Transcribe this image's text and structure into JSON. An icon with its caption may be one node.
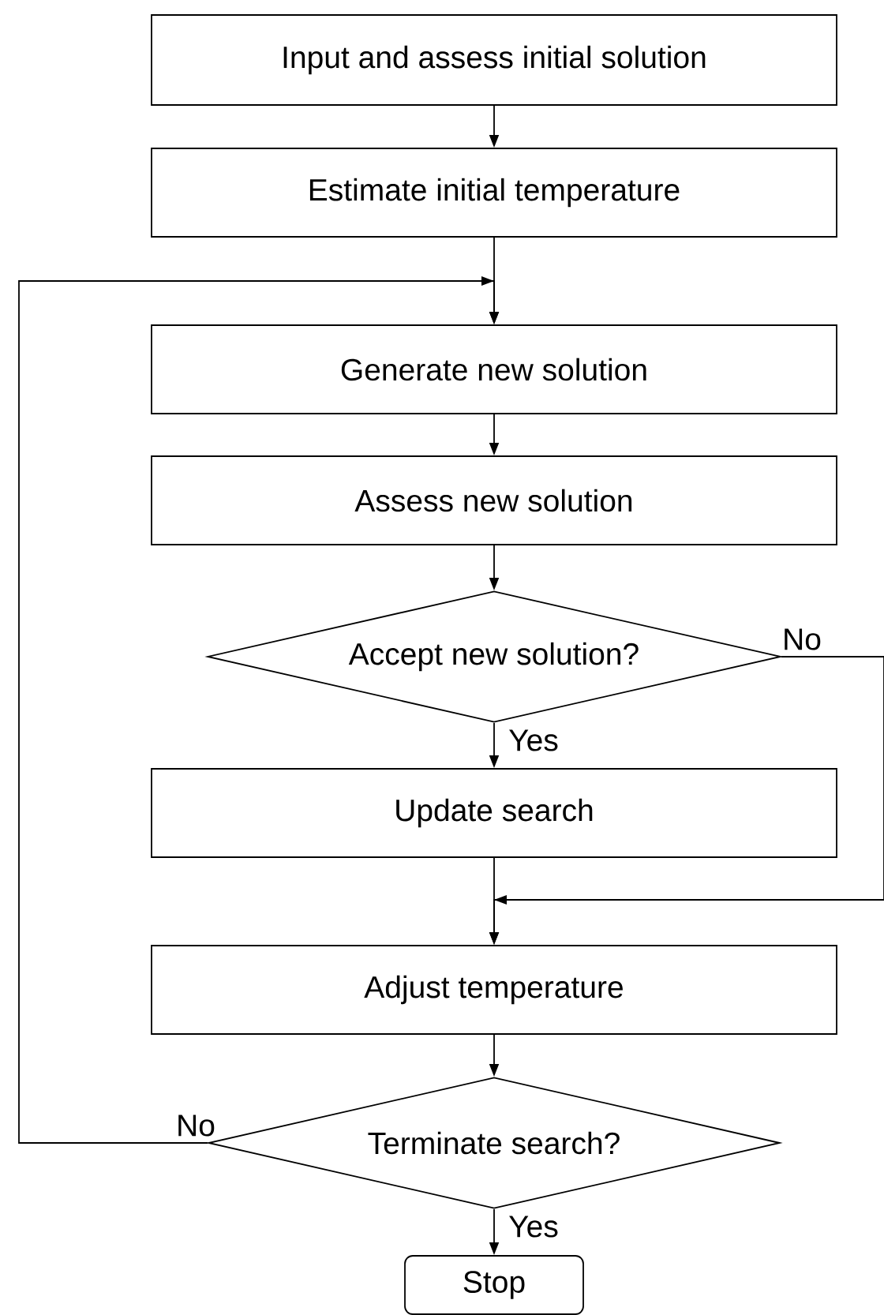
{
  "diagram": {
    "nodes": [
      {
        "text": [
          "Input and assess initial solution"
        ]
      },
      {
        "text": [
          "Estimate initial temperature"
        ]
      },
      {
        "text": [
          "Generate new solution"
        ]
      },
      {
        "text": [
          "Assess new solution"
        ]
      },
      {
        "text": [
          "Accept new solution?"
        ]
      },
      {
        "text": [
          "Update search"
        ]
      },
      {
        "text": [
          "Adjust temperature"
        ]
      },
      {
        "text": [
          "Terminate search?"
        ]
      },
      {
        "text": [
          "Stop"
        ]
      }
    ],
    "edges": [
      {
        "from": 0,
        "to": 1,
        "arrow": "to"
      },
      {
        "from": 1,
        "to": 2,
        "arrow": "to"
      },
      {
        "from": 2,
        "to": 3,
        "arrow": "to"
      },
      {
        "from": 3,
        "to": 4,
        "arrow": "to"
      },
      {
        "from": 4,
        "to": 5,
        "arrow": "to",
        "label": "Yes"
      },
      {
        "from": 4,
        "to": 6,
        "arrow": "to",
        "label": "No"
      },
      {
        "from": 5,
        "to": 6,
        "arrow": "to"
      },
      {
        "from": 6,
        "to": 7,
        "arrow": "to"
      },
      {
        "from": 7,
        "to": 8,
        "arrow": "to",
        "label": "Yes"
      },
      {
        "from": 7,
        "to": 2,
        "arrow": "to",
        "label": "No"
      }
    ]
  }
}
